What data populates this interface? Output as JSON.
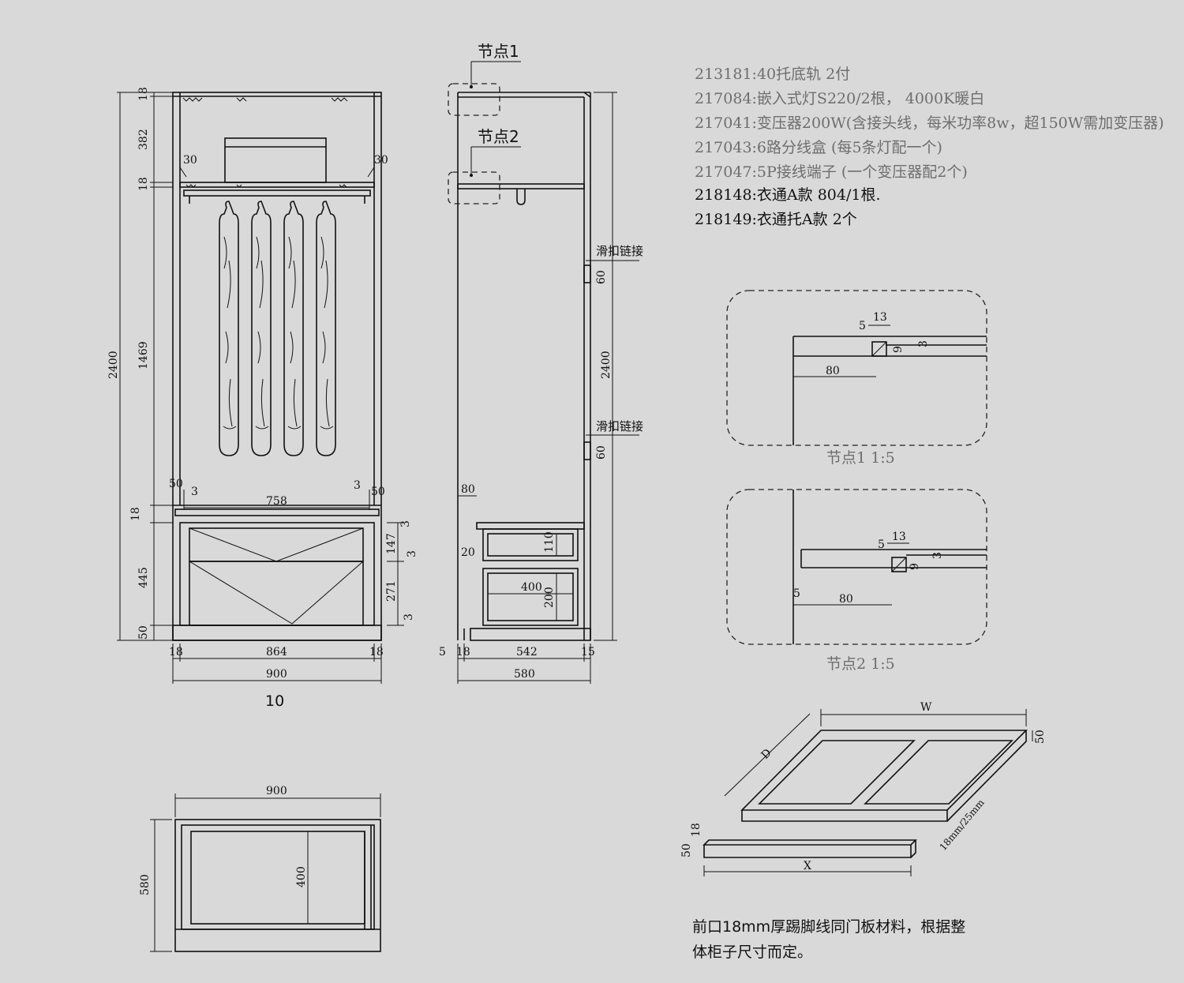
{
  "legend": [
    {
      "text": "213181:40托底轨 2付",
      "tone": "gray"
    },
    {
      "text": "217084:嵌入式灯S220/2根， 4000K暖白",
      "tone": "gray"
    },
    {
      "text": "217041:变压器200W(含接头线，每米功率8w，超150W需加变压器)",
      "tone": "gray"
    },
    {
      "text": "217043:6路分线盒 (每5条灯配一个)",
      "tone": "gray"
    },
    {
      "text": "217047:5P接线端子 (一个变压器配2个)",
      "tone": "gray"
    },
    {
      "text": "218148:衣通A款 804/1根.",
      "tone": "dark"
    },
    {
      "text": "218149:衣通托A款 2个",
      "tone": "dark"
    }
  ],
  "front": {
    "dims_left": [
      "18",
      "382",
      "18",
      "1469",
      "18",
      "445",
      "50"
    ],
    "total_height": "2400",
    "bottom_row": [
      "18",
      "864",
      "18"
    ],
    "total_width": "900",
    "label_30_left": "30",
    "label_30_right": "30",
    "label_50_left": "50",
    "label_3_left": "3",
    "inner_758": "758",
    "label_3_right": "3",
    "label_50_right": "50",
    "drawer_gap_top": "3",
    "drawer_147": "147",
    "drawer_gap_mid": "3",
    "drawer_271": "271",
    "drawer_gap_bot": "3",
    "view_number": "10"
  },
  "side": {
    "node1": "节点1",
    "node2": "节点2",
    "hinge_label": "滑扣链接",
    "hinge_60": "60",
    "total_height": "2400",
    "label_80": "80",
    "label_20": "20",
    "label_110": "110",
    "label_400": "400",
    "label_200": "200",
    "bottom_row": [
      "5",
      "18",
      "542",
      "15"
    ],
    "total_width": "580"
  },
  "detail1": {
    "d13": "13",
    "d5": "5",
    "d9": "9",
    "d3": "3",
    "d80": "80",
    "caption": "节点1 1:5"
  },
  "detail2": {
    "d13": "13",
    "d5": "5",
    "d9": "9",
    "d3": "3",
    "d5b": "5",
    "d80": "80",
    "caption": "节点2 1:5"
  },
  "plan": {
    "width": "900",
    "depth": "580",
    "inner": "400"
  },
  "base": {
    "W": "W",
    "D": "D",
    "h50": "50",
    "thick": "18mm/25mm",
    "piece_18": "18",
    "piece_50": "50",
    "X": "X"
  },
  "note": {
    "line1": "前口18mm厚踢脚线同门板材料，根据整",
    "line2": "体柜子尺寸而定。"
  }
}
